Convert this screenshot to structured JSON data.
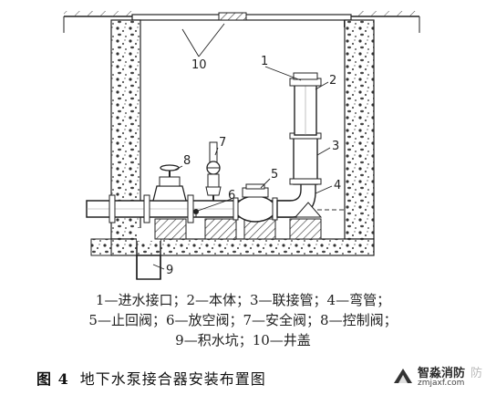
{
  "diagram": {
    "part_numbers": [
      "1",
      "2",
      "3",
      "4",
      "5",
      "6",
      "7",
      "8",
      "9",
      "10"
    ],
    "legend_lines": [
      "1—进水接口；2—本体；3—联接管；4—弯管；",
      "5—止回阀；6—放空阀；7—安全阀；8—控制阀；",
      "9—积水坑；10—井盖"
    ],
    "caption_number": "图 4",
    "caption_text": "地下水泵接合器安装布置图"
  },
  "watermark": {
    "brand": "智淼消防",
    "site": "zmjaxf.com",
    "trail": "防"
  }
}
